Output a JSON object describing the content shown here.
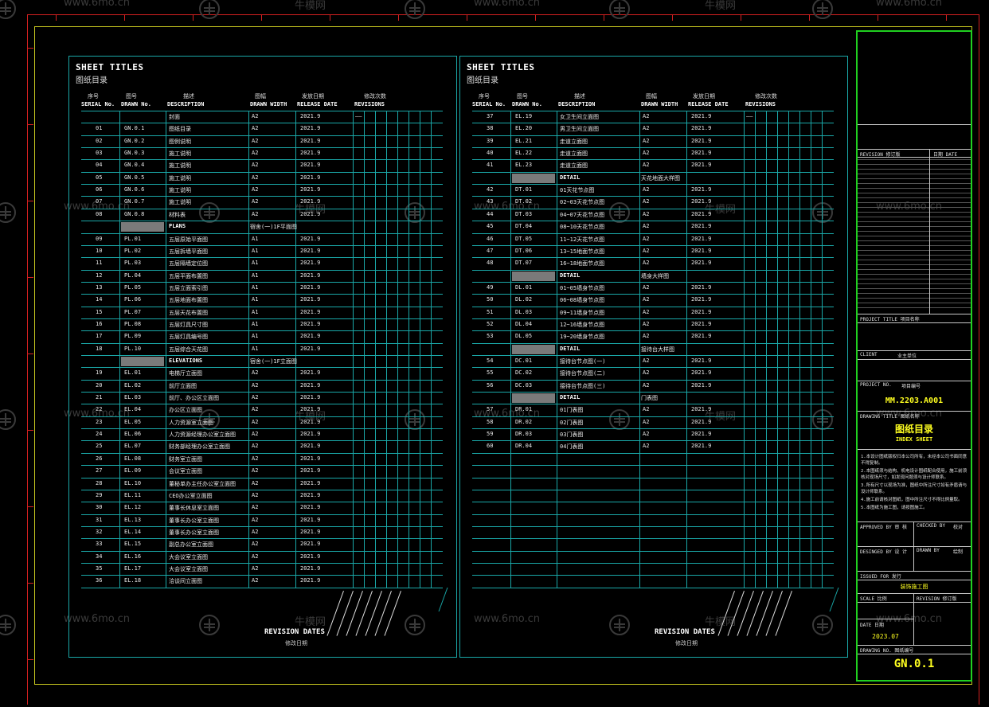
{
  "left_sheet": {
    "title": "SHEET TITLES",
    "subtitle": "图纸目录",
    "headers": [
      {
        "cn": "序号",
        "en": "SERIAL No."
      },
      {
        "cn": "图号",
        "en": "DRAWN No."
      },
      {
        "cn": "描述",
        "en": "DESCRIPTION"
      },
      {
        "cn": "图幅",
        "en": "DRAWN WIDTH"
      },
      {
        "cn": "发放日期",
        "en": "RELEASE DATE"
      },
      {
        "cn": "修改次数",
        "en": "REVISIONS"
      }
    ],
    "rows": [
      {
        "s": "",
        "n": "",
        "d": "封面",
        "w": "A2",
        "r": "2021.9",
        "v": "——"
      },
      {
        "s": "01",
        "n": "GN.0.1",
        "d": "图纸目录",
        "w": "A2",
        "r": "2021.9",
        "v": ""
      },
      {
        "s": "02",
        "n": "GN.0.2",
        "d": "图例说明",
        "w": "A2",
        "r": "2021.9",
        "v": ""
      },
      {
        "s": "03",
        "n": "GN.0.3",
        "d": "施工说明",
        "w": "A2",
        "r": "2021.9",
        "v": ""
      },
      {
        "s": "04",
        "n": "GN.0.4",
        "d": "施工说明",
        "w": "A2",
        "r": "2021.9",
        "v": ""
      },
      {
        "s": "05",
        "n": "GN.0.5",
        "d": "施工说明",
        "w": "A2",
        "r": "2021.9",
        "v": ""
      },
      {
        "s": "06",
        "n": "GN.0.6",
        "d": "施工说明",
        "w": "A2",
        "r": "2021.9",
        "v": ""
      },
      {
        "s": "07",
        "n": "GN.0.7",
        "d": "施工说明",
        "w": "A2",
        "r": "2021.9",
        "v": ""
      },
      {
        "s": "08",
        "n": "GN.0.8",
        "d": "材料表",
        "w": "A2",
        "r": "2021.9",
        "v": ""
      },
      {
        "section": true,
        "label": "PLANS",
        "desc": "宿舍(一)1F平面图"
      },
      {
        "s": "09",
        "n": "PL.01",
        "d": "五层原始平面图",
        "w": "A1",
        "r": "2021.9",
        "v": ""
      },
      {
        "s": "10",
        "n": "PL.02",
        "d": "五层拆墙平面图",
        "w": "A1",
        "r": "2021.9",
        "v": ""
      },
      {
        "s": "11",
        "n": "PL.03",
        "d": "五层隔墙定位图",
        "w": "A1",
        "r": "2021.9",
        "v": ""
      },
      {
        "s": "12",
        "n": "PL.04",
        "d": "五层平面布置图",
        "w": "A1",
        "r": "2021.9",
        "v": ""
      },
      {
        "s": "13",
        "n": "PL.05",
        "d": "五层立面索引图",
        "w": "A1",
        "r": "2021.9",
        "v": ""
      },
      {
        "s": "14",
        "n": "PL.06",
        "d": "五层地面布置图",
        "w": "A1",
        "r": "2021.9",
        "v": ""
      },
      {
        "s": "15",
        "n": "PL.07",
        "d": "五层天花布置图",
        "w": "A1",
        "r": "2021.9",
        "v": ""
      },
      {
        "s": "16",
        "n": "PL.08",
        "d": "五层灯具尺寸图",
        "w": "A1",
        "r": "2021.9",
        "v": ""
      },
      {
        "s": "17",
        "n": "PL.09",
        "d": "五层灯具编号图",
        "w": "A1",
        "r": "2021.9",
        "v": ""
      },
      {
        "s": "18",
        "n": "PL.10",
        "d": "五层综合天花图",
        "w": "A1",
        "r": "2021.9",
        "v": ""
      },
      {
        "section": true,
        "label": "ELEVATIONS",
        "desc": "宿舍(一)1F立面图"
      },
      {
        "s": "19",
        "n": "EL.01",
        "d": "电梯厅立面图",
        "w": "A2",
        "r": "2021.9",
        "v": ""
      },
      {
        "s": "20",
        "n": "EL.02",
        "d": "前厅立面图",
        "w": "A2",
        "r": "2021.9",
        "v": ""
      },
      {
        "s": "21",
        "n": "EL.03",
        "d": "前厅、办公区立面图",
        "w": "A2",
        "r": "2021.9",
        "v": ""
      },
      {
        "s": "22",
        "n": "EL.04",
        "d": "办公区立面图",
        "w": "A2",
        "r": "2021.9",
        "v": ""
      },
      {
        "s": "23",
        "n": "EL.05",
        "d": "人力资源室立面图",
        "w": "A2",
        "r": "2021.9",
        "v": ""
      },
      {
        "s": "24",
        "n": "EL.06",
        "d": "人力资源经理办公室立面图",
        "w": "A2",
        "r": "2021.9",
        "v": ""
      },
      {
        "s": "25",
        "n": "EL.07",
        "d": "财务部经理办公室立面图",
        "w": "A2",
        "r": "2021.9",
        "v": ""
      },
      {
        "s": "26",
        "n": "EL.08",
        "d": "财务室立面图",
        "w": "A2",
        "r": "2021.9",
        "v": ""
      },
      {
        "s": "27",
        "n": "EL.09",
        "d": "会议室立面图",
        "w": "A2",
        "r": "2021.9",
        "v": ""
      },
      {
        "s": "28",
        "n": "EL.10",
        "d": "董秘单办主任办公室立面图",
        "w": "A2",
        "r": "2021.9",
        "v": ""
      },
      {
        "s": "29",
        "n": "EL.11",
        "d": "CEO办公室立面图",
        "w": "A2",
        "r": "2021.9",
        "v": ""
      },
      {
        "s": "30",
        "n": "EL.12",
        "d": "董事长休息室立面图",
        "w": "A2",
        "r": "2021.9",
        "v": ""
      },
      {
        "s": "31",
        "n": "EL.13",
        "d": "董事长办公室立面图",
        "w": "A2",
        "r": "2021.9",
        "v": ""
      },
      {
        "s": "32",
        "n": "EL.14",
        "d": "董事长办公室立面图",
        "w": "A2",
        "r": "2021.9",
        "v": ""
      },
      {
        "s": "33",
        "n": "EL.15",
        "d": "副总办公室立面图",
        "w": "A2",
        "r": "2021.9",
        "v": ""
      },
      {
        "s": "34",
        "n": "EL.16",
        "d": "大会议室立面图",
        "w": "A2",
        "r": "2021.9",
        "v": ""
      },
      {
        "s": "35",
        "n": "EL.17",
        "d": "大会议室立面图",
        "w": "A2",
        "r": "2021.9",
        "v": ""
      },
      {
        "s": "36",
        "n": "EL.18",
        "d": "洽谈间立面图",
        "w": "A2",
        "r": "2021.9",
        "v": ""
      }
    ],
    "revision_dates": "REVISION DATES",
    "revision_dates_cn": "修改日期"
  },
  "right_sheet": {
    "title": "SHEET TITLES",
    "subtitle": "图纸目录",
    "headers": [
      {
        "cn": "序号",
        "en": "SERIAL No."
      },
      {
        "cn": "图号",
        "en": "DRAWN No."
      },
      {
        "cn": "描述",
        "en": "DESCRIPTION"
      },
      {
        "cn": "图幅",
        "en": "DRAWN WIDTH"
      },
      {
        "cn": "发放日期",
        "en": "RELEASE DATE"
      },
      {
        "cn": "修改次数",
        "en": "REVISIONS"
      }
    ],
    "rows": [
      {
        "s": "37",
        "n": "EL.19",
        "d": "女卫生间立面图",
        "w": "A2",
        "r": "2021.9",
        "v": "——"
      },
      {
        "s": "38",
        "n": "EL.20",
        "d": "男卫生间立面图",
        "w": "A2",
        "r": "2021.9",
        "v": ""
      },
      {
        "s": "39",
        "n": "EL.21",
        "d": "走道立面图",
        "w": "A2",
        "r": "2021.9",
        "v": ""
      },
      {
        "s": "40",
        "n": "EL.22",
        "d": "走道立面图",
        "w": "A2",
        "r": "2021.9",
        "v": ""
      },
      {
        "s": "41",
        "n": "EL.23",
        "d": "走道立面图",
        "w": "A2",
        "r": "2021.9",
        "v": ""
      },
      {
        "section": true,
        "label": "DETAIL",
        "desc": "天花地面大样图"
      },
      {
        "s": "42",
        "n": "DT.01",
        "d": "01天花节点图",
        "w": "A2",
        "r": "2021.9",
        "v": ""
      },
      {
        "s": "43",
        "n": "DT.02",
        "d": "02~03天花节点图",
        "w": "A2",
        "r": "2021.9",
        "v": ""
      },
      {
        "s": "44",
        "n": "DT.03",
        "d": "04~07天花节点图",
        "w": "A2",
        "r": "2021.9",
        "v": ""
      },
      {
        "s": "45",
        "n": "DT.04",
        "d": "08~10天花节点图",
        "w": "A2",
        "r": "2021.9",
        "v": ""
      },
      {
        "s": "46",
        "n": "DT.05",
        "d": "11~12天花节点图",
        "w": "A2",
        "r": "2021.9",
        "v": ""
      },
      {
        "s": "47",
        "n": "DT.06",
        "d": "13~15地面节点图",
        "w": "A2",
        "r": "2021.9",
        "v": ""
      },
      {
        "s": "48",
        "n": "DT.07",
        "d": "16~18地面节点图",
        "w": "A2",
        "r": "2021.9",
        "v": ""
      },
      {
        "section": true,
        "label": "DETAIL",
        "desc": "墙身大样图"
      },
      {
        "s": "49",
        "n": "DL.01",
        "d": "01~05墙身节点图",
        "w": "A2",
        "r": "2021.9",
        "v": ""
      },
      {
        "s": "50",
        "n": "DL.02",
        "d": "06~08墙身节点图",
        "w": "A2",
        "r": "2021.9",
        "v": ""
      },
      {
        "s": "51",
        "n": "DL.03",
        "d": "09~11墙身节点图",
        "w": "A2",
        "r": "2021.9",
        "v": ""
      },
      {
        "s": "52",
        "n": "DL.04",
        "d": "12~16墙身节点图",
        "w": "A2",
        "r": "2021.9",
        "v": ""
      },
      {
        "s": "53",
        "n": "DL.05",
        "d": "19~20墙身节点图",
        "w": "A2",
        "r": "2021.9",
        "v": ""
      },
      {
        "section": true,
        "label": "DETAIL",
        "desc": "接待台大样图"
      },
      {
        "s": "54",
        "n": "DC.01",
        "d": "接待台节点图(一)",
        "w": "A2",
        "r": "2021.9",
        "v": ""
      },
      {
        "s": "55",
        "n": "DC.02",
        "d": "接待台节点图(二)",
        "w": "A2",
        "r": "2021.9",
        "v": ""
      },
      {
        "s": "56",
        "n": "DC.03",
        "d": "接待台节点图(三)",
        "w": "A2",
        "r": "2021.9",
        "v": ""
      },
      {
        "section": true,
        "label": "DETAIL",
        "desc": "门表图"
      },
      {
        "s": "57",
        "n": "DR.01",
        "d": "01门表图",
        "w": "A2",
        "r": "2021.9",
        "v": ""
      },
      {
        "s": "58",
        "n": "DR.02",
        "d": "02门表图",
        "w": "A2",
        "r": "2021.9",
        "v": ""
      },
      {
        "s": "59",
        "n": "DR.03",
        "d": "03门表图",
        "w": "A2",
        "r": "2021.9",
        "v": ""
      },
      {
        "s": "60",
        "n": "DR.04",
        "d": "04门表图",
        "w": "A2",
        "r": "2021.9",
        "v": ""
      }
    ],
    "revision_dates": "REVISION DATES",
    "revision_dates_cn": "修改日期"
  },
  "title_block": {
    "revision_label": "REVISION 修订版",
    "date_label": "日期 DATE",
    "project_title_label": "PROJECT TITLE 项目名称",
    "client_label": "CLIENT",
    "client_cn": "业主单位",
    "project_no_label": "PROJECT NO.",
    "project_no_cn": "项目编号",
    "project_no_value": "MM.2203.A001",
    "drawing_title_label": "DRAWING TITLE 图纸名称",
    "drawing_title_cn": "图纸目录",
    "drawing_title_en": "INDEX SHEET",
    "notes": [
      "1.本设计图纸版权归本公司所有，未经本公司书面同意不得复制。",
      "2.本图纸须与结构、机电设计图纸配合使用，施工前须核对现场尺寸，如发现问题须与设计师联系。",
      "3.所有尺寸以现场为准，图纸中所注尺寸如有矛盾请与设计师联系。",
      "4.施工前请核对图纸，图中所注尺寸不得比例量取。",
      "5.本图纸为施工图，请按图施工。"
    ],
    "approved_label": "APPROVED BY 审 核",
    "checked_label": "CHECKED BY",
    "checked_cn": "校对",
    "designed_label": "DESINGED BY 设 计",
    "drawn_label": "DRAWN BY",
    "drawn_cn": "绘制",
    "issued_label": "ISSUED FOR 发行",
    "issued_value": "装饰施工图",
    "scale_label": "SCALE 比例",
    "revision_label2": "REVISION 修订版",
    "date_label2": "DATE 日期",
    "date_value": "2023.07",
    "drawing_no_label": "DRAWING NO. 图纸编号",
    "drawing_no_value": "GN.0.1"
  },
  "watermark": {
    "site": "www.6mo.cn",
    "brand": "牛模网"
  },
  "colors": {
    "cyan": "#1aa8a8",
    "frame_red": "#d42020",
    "frame_yellow": "#c8c820",
    "title_green": "#20d020",
    "highlight_yellow": "#ffff20"
  }
}
